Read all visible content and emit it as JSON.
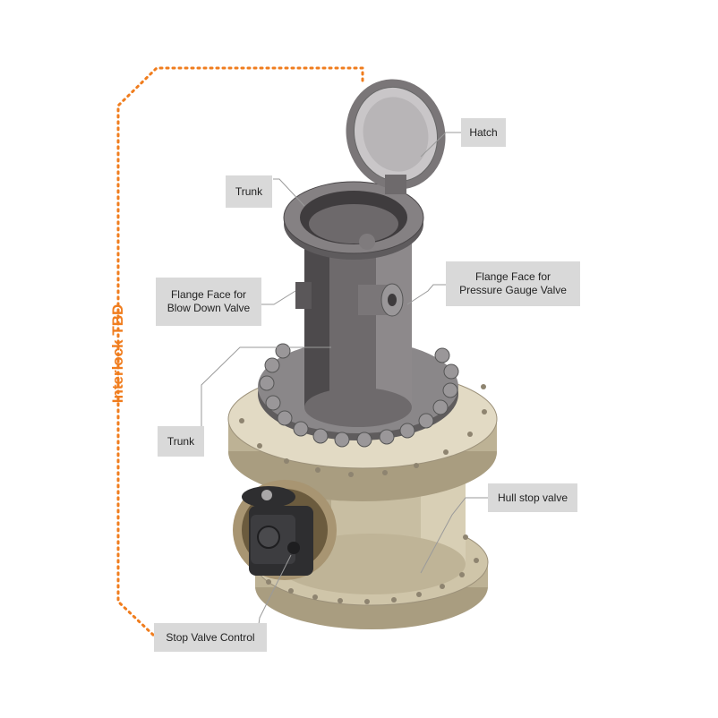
{
  "interlock": {
    "label": "Interlock TBD",
    "color": "#f07d1e"
  },
  "labels": {
    "hatch": "Hatch",
    "trunk_top": "Trunk",
    "flange_blowdown": "Flange Face for\nBlow Down Valve",
    "flange_pressure": "Flange Face for\nPressure Gauge Valve",
    "trunk_mid": "Trunk",
    "hull_stop_valve": "Hull stop valve",
    "stop_valve_control": "Stop Valve Control"
  },
  "colors": {
    "trunk": "#6e6a6c",
    "trunk_dark": "#4d4a4c",
    "trunk_light": "#8d898b",
    "body": "#cfc5a9",
    "body_dark": "#a99d80",
    "body_light": "#e2dac4",
    "bolt": "#7d7b7c",
    "control": "#2e2e30",
    "label_bg": "#d9d9d9",
    "leader": "#9a9a9a"
  }
}
